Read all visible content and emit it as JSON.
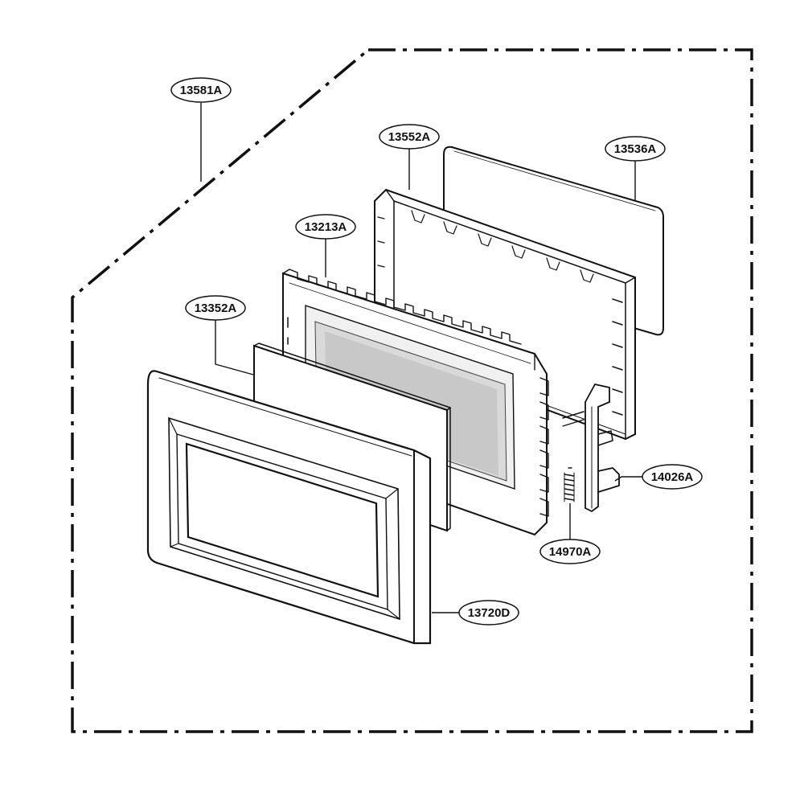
{
  "diagram": {
    "callouts": {
      "door_assembly": "13581A",
      "choke_cover": "13552A",
      "screen_panel": "13536A",
      "door_frame": "13213A",
      "glass_panel": "13352A",
      "latch_hook": "14026A",
      "latch_spring": "14970A",
      "door_front_frame": "13720D"
    }
  }
}
